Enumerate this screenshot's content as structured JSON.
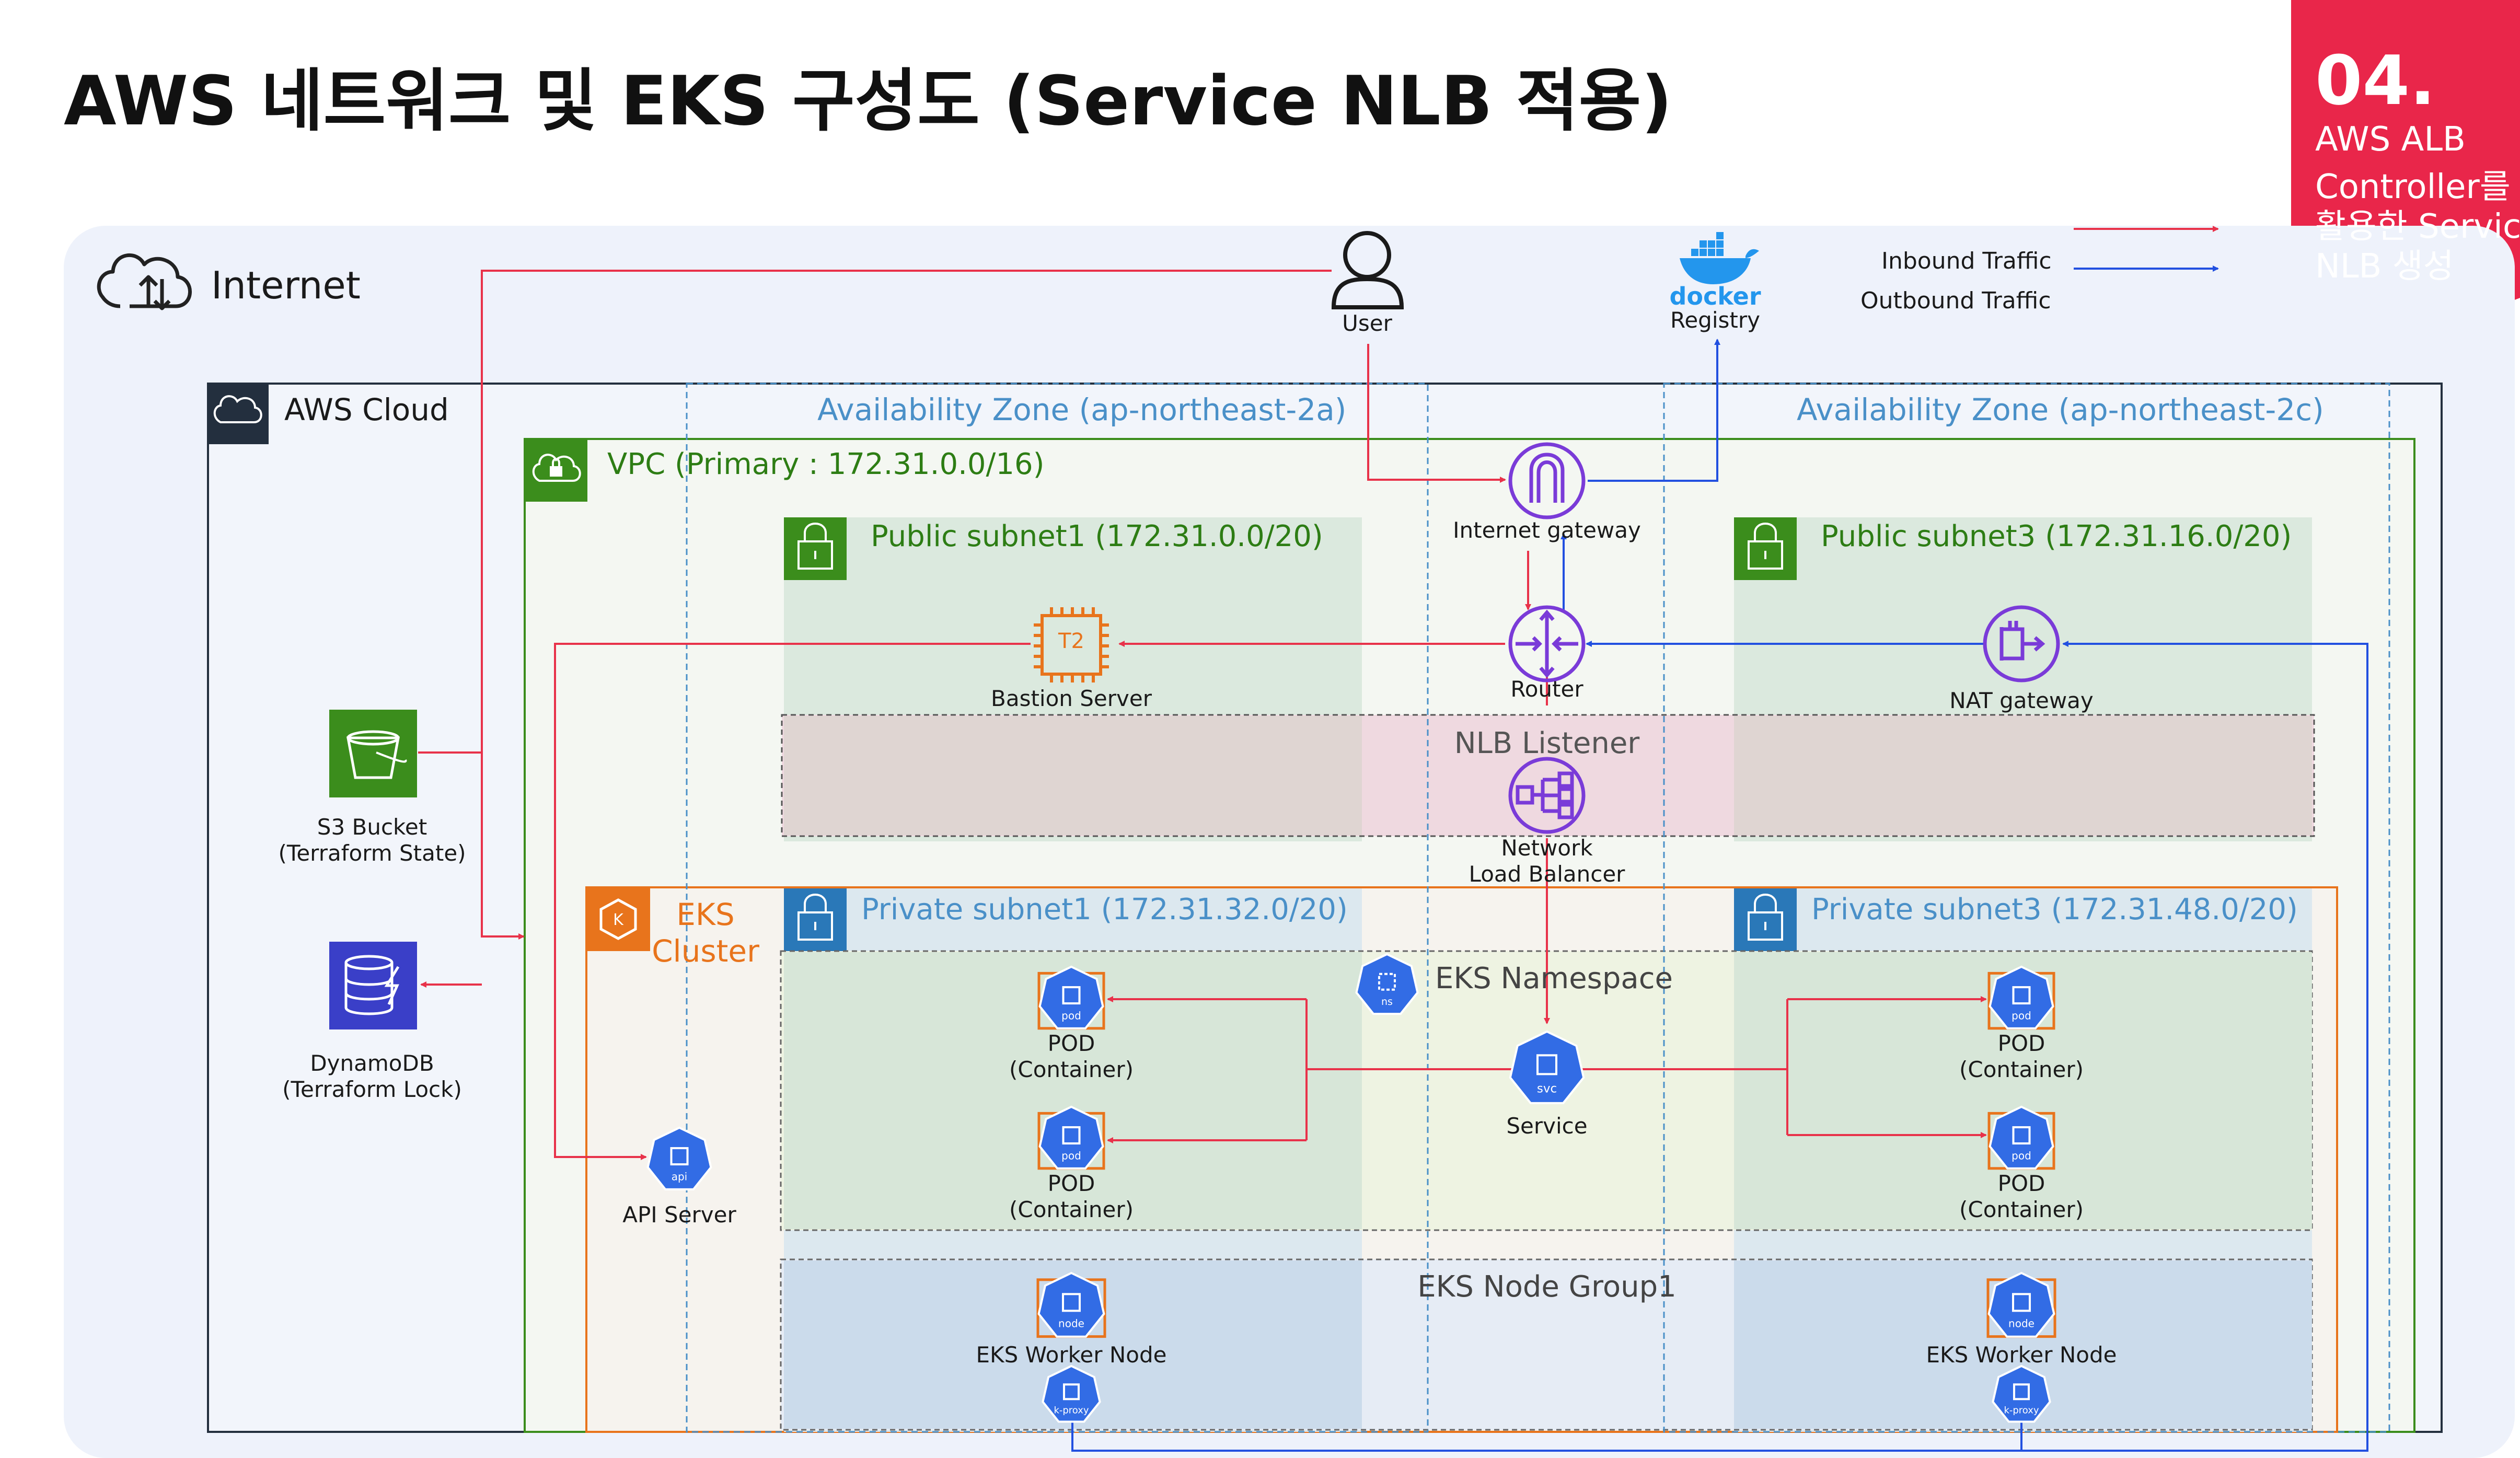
{
  "page": {
    "title": "AWS 네트워크 및 EKS 구성도 (Service NLB 적용)",
    "badge_number": "04.",
    "badge_lines": [
      "AWS ALB",
      "Controller를",
      "활용한 Service",
      "NLB 생성"
    ]
  },
  "legend": {
    "inbound": "Inbound Traffic",
    "outbound": "Outbound Traffic"
  },
  "colors": {
    "inbound": "#e8324a",
    "outbound": "#2250e0",
    "badge": "#e9264a",
    "vpc": "#3b8d1c",
    "eks": "#e8741c",
    "az": "#4a90c8",
    "aws": "#232f3e",
    "icon_purple": "#7a3bd8",
    "k8s_blue": "#326ce5"
  },
  "regions": {
    "internet": "Internet",
    "aws_cloud": "AWS Cloud",
    "az_a": "Availability Zone (ap-northeast-2a)",
    "az_c": "Availability Zone (ap-northeast-2c)",
    "vpc": "VPC (Primary : 172.31.0.0/16)",
    "public_subnet1": "Public subnet1 (172.31.0.0/20)",
    "public_subnet3": "Public subnet3 (172.31.16.0/20)",
    "nlb_listener": "NLB Listener",
    "eks_cluster": [
      "EKS",
      "Cluster"
    ],
    "private_subnet1": "Private subnet1 (172.31.32.0/20)",
    "private_subnet3": "Private subnet3 (172.31.48.0/20)",
    "eks_namespace": "EKS Namespace",
    "eks_node_group": "EKS Node Group1"
  },
  "nodes": {
    "user": "User",
    "docker_word": "docker",
    "docker_registry": "Registry",
    "internet_gateway": "Internet gateway",
    "router": "Router",
    "nat_gateway": "NAT gateway",
    "bastion_chip": "T2",
    "bastion_server": "Bastion Server",
    "nlb": [
      "Network",
      "Load Balancer"
    ],
    "s3": [
      "S3 Bucket",
      "(Terraform State)"
    ],
    "dynamodb": [
      "DynamoDB",
      "(Terraform Lock)"
    ],
    "api_server": "API Server",
    "service": "Service",
    "pod_1": [
      "POD",
      "(Container)"
    ],
    "pod_2": [
      "POD",
      "(Container)"
    ],
    "pod_3": [
      "POD",
      "(Container)"
    ],
    "pod_4": [
      "POD",
      "(Container)"
    ],
    "worker_node_1": "EKS Worker Node",
    "worker_node_2": "EKS Worker Node"
  },
  "k8s_badges": {
    "pod": "pod",
    "svc": "svc",
    "ns": "ns",
    "api": "api",
    "node": "node",
    "kproxy": "k-proxy"
  },
  "icons": [
    "cloud-icon",
    "user-icon",
    "docker-icon",
    "internet-gateway-icon",
    "router-icon",
    "nat-gateway-icon",
    "ec2-chip-icon",
    "network-load-balancer-icon",
    "s3-bucket-icon",
    "dynamodb-icon",
    "padlock-icon",
    "eks-icon",
    "pod-icon",
    "service-icon",
    "namespace-icon",
    "api-server-icon",
    "worker-node-icon",
    "kube-proxy-icon"
  ]
}
